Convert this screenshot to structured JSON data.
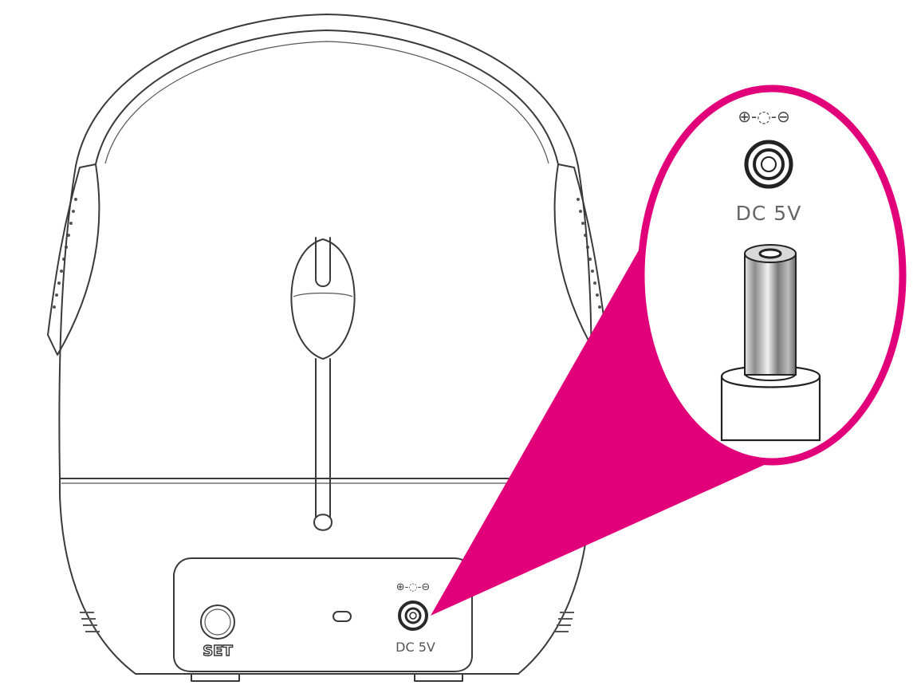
{
  "diagram": {
    "labels": {
      "set_button": "SET",
      "dc_panel": "DC 5V",
      "dc_zoom": "DC 5V",
      "polarity_panel": "⊕-◌-⊖",
      "polarity_zoom": "⊕-◌-⊖"
    },
    "colors": {
      "highlight": "#e2007a",
      "line": "#3a3a3a",
      "label_gray": "#666666",
      "background": "#ffffff"
    }
  }
}
